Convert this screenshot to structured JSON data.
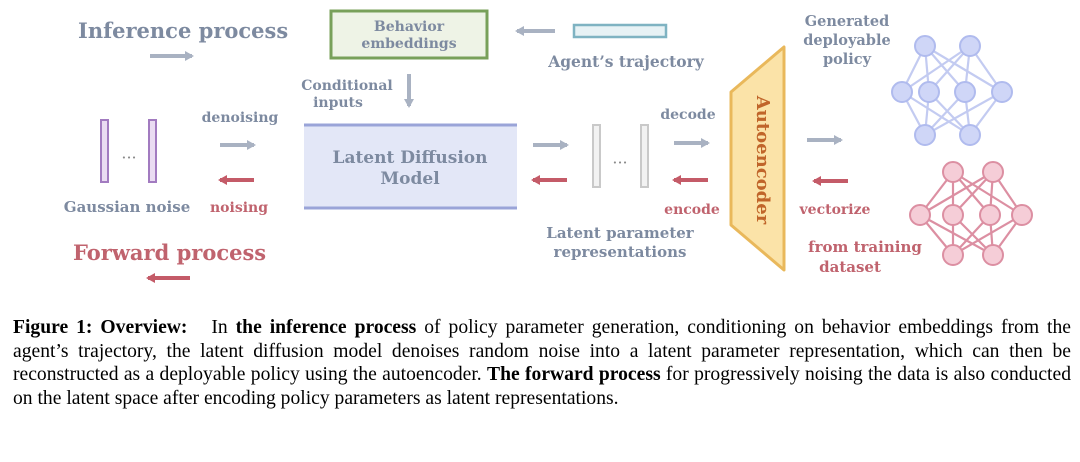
{
  "diagram": {
    "inference_label": "Inference process",
    "forward_label": "Forward process",
    "behavior_box": [
      "Behavior",
      "embeddings"
    ],
    "agent_trajectory": "Agent’s trajectory",
    "conditional_inputs": [
      "Conditional",
      "inputs"
    ],
    "ldm_box": [
      "Latent Diffusion",
      "Model"
    ],
    "gaussian_noise": "Gaussian noise",
    "denoising": "denoising",
    "noising": "noising",
    "latent_repr": [
      "Latent parameter",
      "representations"
    ],
    "decode": "decode",
    "encode": "encode",
    "autoencoder": "Autoencoder",
    "generated_policy": [
      "Generated",
      "deployable",
      "policy"
    ],
    "vectorize": "vectorize",
    "from_training": [
      "from training",
      "dataset"
    ],
    "dots": "···",
    "colors": {
      "inference": "#7d8aa0",
      "forward": "#c0636e",
      "box_green": "#78a05a",
      "box_green_fill": "#eef3e6",
      "box_blue": "#9aa4d8",
      "box_blue_fill": "#e3e7f7",
      "trajectory": "#7fb3c2",
      "noise_purple": "#a27bc0",
      "autoencoder_fill": "#fbe3a8",
      "autoencoder_stroke": "#e9b85b",
      "autoencoder_text": "#c0652a",
      "policy_nn": "#b9c3f0",
      "training_nn": "#e9a6b6"
    }
  },
  "caption": {
    "figure_label": "Figure 1:",
    "overview_label": "Overview:",
    "p1_pre": "In",
    "p1_bold": "the inference process",
    "p1_text": "of policy parameter generation, conditioning on behavior embeddings from the agent’s trajectory, the latent diffusion model denoises random noise into a latent parameter representation, which can then be reconstructed as a deployable policy using the autoencoder.",
    "p2_bold": "The forward process",
    "p2_text": "for progressively noising the data is also conducted on the latent space after encoding policy parameters as latent representations."
  }
}
